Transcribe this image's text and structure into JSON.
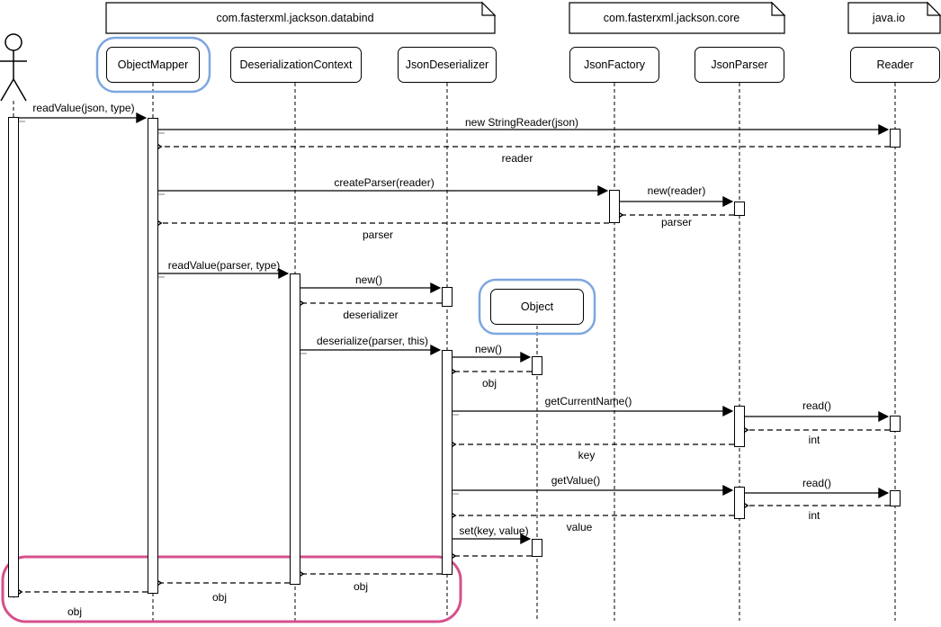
{
  "diagram_type": "uml-sequence-diagram",
  "colors": {
    "background": "#FFFFFF",
    "line": "#000000",
    "highlight_blue": "#7EA6E0",
    "highlight_pink": "#D5508C"
  },
  "packages": [
    {
      "label": "com.fasterxml.jackson.databind"
    },
    {
      "label": "com.fasterxml.jackson.core"
    },
    {
      "label": "java.io"
    }
  ],
  "lifelines": [
    {
      "label": "ObjectMapper",
      "highlighted": true
    },
    {
      "label": "DeserializationContext",
      "highlighted": false
    },
    {
      "label": "JsonDeserializer",
      "highlighted": false
    },
    {
      "label": "JsonFactory",
      "highlighted": false
    },
    {
      "label": "JsonParser",
      "highlighted": false
    },
    {
      "label": "Reader",
      "highlighted": false
    },
    {
      "label": "Object",
      "highlighted": true
    }
  ],
  "actor": {
    "icon": "actor-stick-figure"
  },
  "messages": [
    {
      "label": "readValue(json, type)",
      "kind": "call"
    },
    {
      "label": "new StringReader(json)",
      "kind": "call"
    },
    {
      "label": "reader",
      "kind": "return"
    },
    {
      "label": "createParser(reader)",
      "kind": "call"
    },
    {
      "label": "new(reader)",
      "kind": "call"
    },
    {
      "label": "parser",
      "kind": "return"
    },
    {
      "label": "parser",
      "kind": "return"
    },
    {
      "label": "readValue(parser, type)",
      "kind": "call"
    },
    {
      "label": "new()",
      "kind": "call"
    },
    {
      "label": "deserializer",
      "kind": "return"
    },
    {
      "label": "deserialize(parser, this)",
      "kind": "call"
    },
    {
      "label": "new()",
      "kind": "call"
    },
    {
      "label": "obj",
      "kind": "return"
    },
    {
      "label": "getCurrentName()",
      "kind": "call"
    },
    {
      "label": "read()",
      "kind": "call"
    },
    {
      "label": "int",
      "kind": "return"
    },
    {
      "label": "key",
      "kind": "return"
    },
    {
      "label": "getValue()",
      "kind": "call"
    },
    {
      "label": "read()",
      "kind": "call"
    },
    {
      "label": "int",
      "kind": "return"
    },
    {
      "label": "value",
      "kind": "return"
    },
    {
      "label": "set(key, value)",
      "kind": "call"
    },
    {
      "label": "",
      "kind": "return"
    },
    {
      "label": "obj",
      "kind": "return"
    },
    {
      "label": "obj",
      "kind": "return"
    },
    {
      "label": "obj",
      "kind": "return"
    }
  ]
}
